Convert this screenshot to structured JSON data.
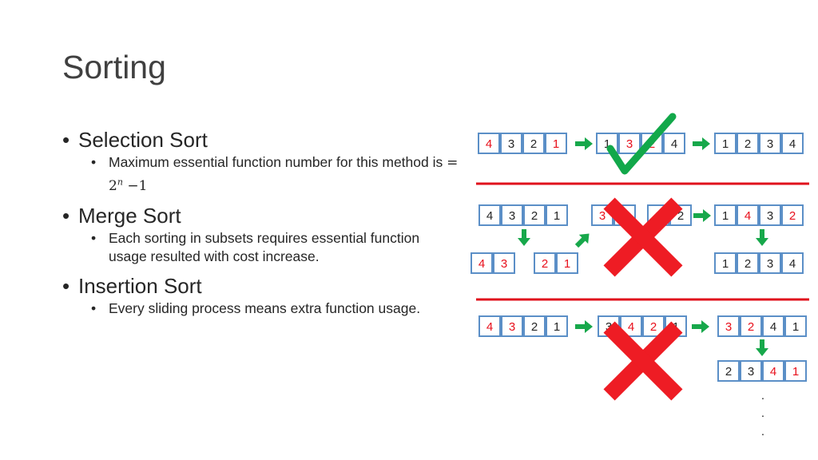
{
  "slide": {
    "title": "Sorting",
    "bullets": [
      {
        "heading": "Selection Sort",
        "sub": "Maximum essential function number for this method is",
        "formula_eq": "=",
        "formula_base": "2",
        "formula_exp": "n",
        "formula_rest": "−1"
      },
      {
        "heading": "Merge Sort",
        "sub": "Each sorting in subsets requires essential function usage resulted with cost increase."
      },
      {
        "heading": "Insertion Sort",
        "sub": "Every sliding process means extra function usage."
      }
    ]
  },
  "diagram": {
    "colors": {
      "red": "#e8101c",
      "box": "#5b8fc7",
      "arrow": "#17a84b",
      "divider": "#e0121c",
      "cross": "#ee1c24",
      "check": "#12a84a",
      "text": "#262626"
    },
    "selection": {
      "verdict_icon": "checkmark-icon",
      "groups": [
        {
          "cells": [
            {
              "v": "4",
              "red": true
            },
            {
              "v": "3"
            },
            {
              "v": "2"
            },
            {
              "v": "1",
              "red": true
            }
          ]
        },
        {
          "cells": [
            {
              "v": "1"
            },
            {
              "v": "3",
              "red": true
            },
            {
              "v": "2",
              "red": true
            },
            {
              "v": "4"
            }
          ]
        },
        {
          "cells": [
            {
              "v": "1"
            },
            {
              "v": "2"
            },
            {
              "v": "3"
            },
            {
              "v": "4"
            }
          ]
        }
      ]
    },
    "merge": {
      "verdict_icon": "cross-icon",
      "groups": [
        {
          "cells": [
            {
              "v": "4"
            },
            {
              "v": "3"
            },
            {
              "v": "2"
            },
            {
              "v": "1"
            }
          ]
        },
        {
          "cells": [
            {
              "v": "4",
              "red": true
            },
            {
              "v": "3",
              "red": true
            }
          ]
        },
        {
          "cells": [
            {
              "v": "2",
              "red": true
            },
            {
              "v": "1",
              "red": true
            }
          ]
        },
        {
          "cells": [
            {
              "v": "3",
              "red": true
            },
            {
              "v": "4"
            }
          ]
        },
        {
          "cells": [
            {
              "v": "1"
            },
            {
              "v": "2"
            }
          ]
        },
        {
          "cells": [
            {
              "v": "1"
            },
            {
              "v": "4",
              "red": true
            },
            {
              "v": "3"
            },
            {
              "v": "2",
              "red": true
            }
          ]
        },
        {
          "cells": [
            {
              "v": "1"
            },
            {
              "v": "2"
            },
            {
              "v": "3"
            },
            {
              "v": "4"
            }
          ]
        }
      ]
    },
    "insertion": {
      "verdict_icon": "cross-icon",
      "groups": [
        {
          "cells": [
            {
              "v": "4",
              "red": true
            },
            {
              "v": "3",
              "red": true
            },
            {
              "v": "2"
            },
            {
              "v": "1"
            }
          ]
        },
        {
          "cells": [
            {
              "v": "3"
            },
            {
              "v": "4",
              "red": true
            },
            {
              "v": "2",
              "red": true
            },
            {
              "v": "1"
            }
          ]
        },
        {
          "cells": [
            {
              "v": "3",
              "red": true
            },
            {
              "v": "2",
              "red": true
            },
            {
              "v": "4"
            },
            {
              "v": "1"
            }
          ]
        },
        {
          "cells": [
            {
              "v": "2"
            },
            {
              "v": "3"
            },
            {
              "v": "4",
              "red": true
            },
            {
              "v": "1",
              "red": true
            }
          ]
        }
      ]
    },
    "continuation": "."
  }
}
